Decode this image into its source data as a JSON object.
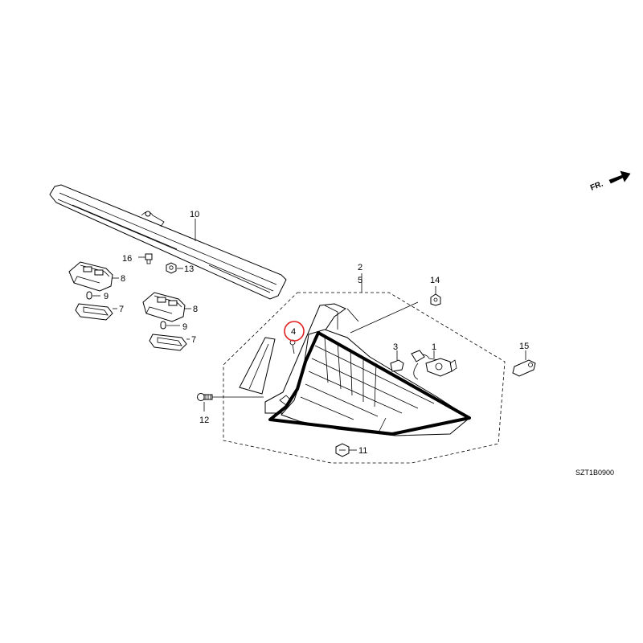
{
  "diagram": {
    "drawing_code": "SZT1B0900",
    "orientation_label": "FR.",
    "highlighted_callout": "4",
    "highlight_color": "#e02020",
    "callouts": {
      "c1": "1",
      "c2": "2",
      "c3": "3",
      "c4": "4",
      "c5": "5",
      "c7a": "7",
      "c7b": "7",
      "c8a": "8",
      "c8b": "8",
      "c9a": "9",
      "c9b": "9",
      "c10": "10",
      "c11": "11",
      "c12": "12",
      "c13": "13",
      "c14": "14",
      "c15": "15",
      "c16": "16"
    }
  }
}
